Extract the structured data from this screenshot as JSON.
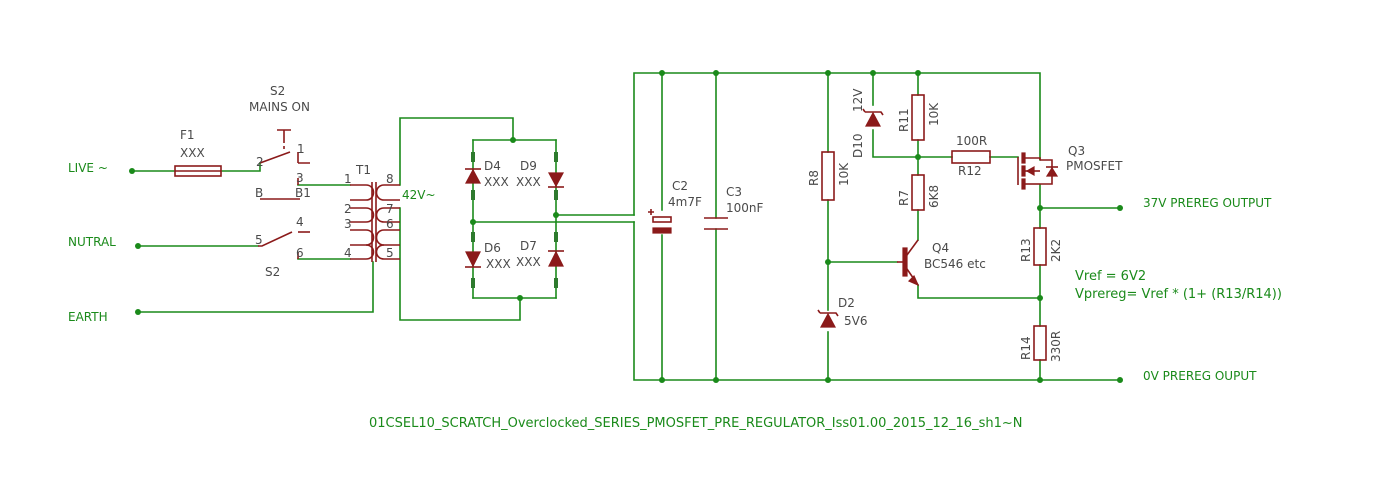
{
  "ports": {
    "live": "LIVE ~",
    "neutral": "NUTRAL",
    "earth": "EARTH",
    "out_pos": "37V PREREG OUTPUT",
    "out_zero": "0V PREREG OUPUT"
  },
  "fuse": {
    "name": "F1",
    "value": "XXX"
  },
  "switch": {
    "name": "S2",
    "value": "MAINS ON",
    "name_lower": "S2",
    "pins": {
      "p1": "1",
      "p2": "2",
      "p3": "3",
      "pB": "B",
      "pB1": "B1",
      "p4": "4",
      "p5": "5",
      "p6": "6"
    }
  },
  "transformer": {
    "name": "T1",
    "secondary": "42V~",
    "pins": {
      "p1": "1",
      "p2": "2",
      "p3": "3",
      "p4": "4",
      "p5": "5",
      "p6": "6",
      "p7": "7",
      "p8": "8"
    }
  },
  "bridge": {
    "d4": {
      "name": "D4",
      "value": "XXX"
    },
    "d9": {
      "name": "D9",
      "value": "XXX"
    },
    "d6": {
      "name": "D6",
      "value": "XXX"
    },
    "d7": {
      "name": "D7",
      "value": "XXX"
    }
  },
  "capacitors": {
    "c2": {
      "name": "C2",
      "value": "4m7F"
    },
    "c3": {
      "name": "C3",
      "value": "100nF"
    }
  },
  "resistors": {
    "r8": {
      "name": "R8",
      "value": "10K"
    },
    "r11": {
      "name": "R11",
      "value": "10K"
    },
    "r12": {
      "name": "R12",
      "value": "100R"
    },
    "r7": {
      "name": "R7",
      "value": "6K8"
    },
    "r13": {
      "name": "R13",
      "value": "2K2"
    },
    "r14": {
      "name": "R14",
      "value": "330R"
    }
  },
  "zeners": {
    "d10": {
      "name": "D10",
      "value": "12V"
    },
    "d2": {
      "name": "D2",
      "value": "5V6"
    }
  },
  "transistors": {
    "q4": {
      "name": "Q4",
      "value": "BC546 etc"
    },
    "q3": {
      "name": "Q3",
      "value": "PMOSFET"
    }
  },
  "notes": {
    "vref": "Vref = 6V2",
    "formula": "Vprereg= Vref * (1+ (R13/R14))"
  },
  "footer": "01CSEL10_SCRATCH_Overclocked_SERIES_PMOSFET_PRE_REGULATOR_Iss01.00_2015_12_16_sh1~N",
  "colors": {
    "wire": "#1a8a1a",
    "part": "#8b1a1a",
    "text": "#4a4a4a"
  }
}
